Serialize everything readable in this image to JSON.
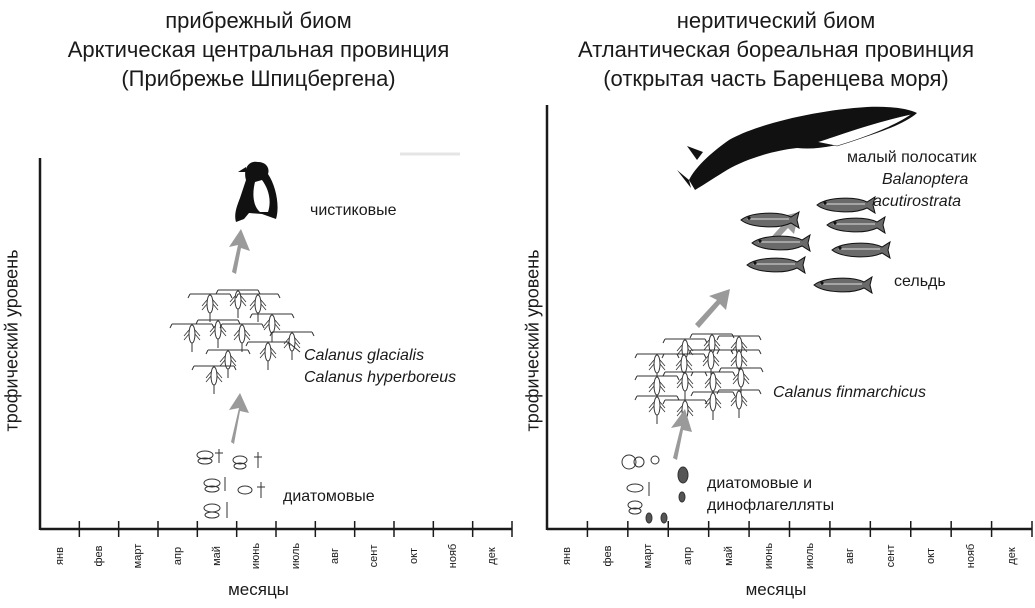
{
  "left": {
    "title": [
      "прибрежный биом",
      "Арктическая центральная провинция",
      "(Прибрежье Шпицбергена)"
    ],
    "ylabel": "трофический уровень",
    "xlabel": "месяцы",
    "months": [
      "янв",
      "фев",
      "март",
      "апр",
      "май",
      "июнь",
      "июль",
      "авг",
      "сент",
      "окт",
      "нояб",
      "дек"
    ],
    "levels": [
      {
        "name": "диатомовые",
        "organism": "diatom-icon"
      },
      {
        "name": "Calanus glacialis",
        "organism": "copepod-icon"
      },
      {
        "name": "Calanus hyperboreus",
        "organism": "copepod-icon"
      },
      {
        "name": "чистиковые",
        "organism": "bird-icon"
      }
    ]
  },
  "right": {
    "title": [
      "неритический биом",
      "Атлантическая бореальная провинция",
      "(открытая часть Баренцева моря)"
    ],
    "ylabel": "трофический уровень",
    "xlabel": "месяцы",
    "months": [
      "янв",
      "фев",
      "март",
      "апр",
      "май",
      "июнь",
      "июль",
      "авг",
      "сент",
      "окт",
      "нояб",
      "дек"
    ],
    "levels": [
      {
        "name": "диатомовые и",
        "organism": "diatom-icon"
      },
      {
        "name": "динофлагелляты",
        "organism": "diatom-icon"
      },
      {
        "name": "Calanus finmarchicus",
        "organism": "copepod-icon"
      },
      {
        "name": "сельдь",
        "organism": "fish-icon"
      },
      {
        "name": "малый полосатик",
        "organism": "whale-icon"
      },
      {
        "name": "Balanoptera",
        "organism": "whale-icon"
      },
      {
        "name": "acutirostrata",
        "organism": "whale-icon"
      }
    ]
  },
  "colors": {
    "arrow": "#9a9a9a",
    "ink": "#1a1a1a"
  }
}
